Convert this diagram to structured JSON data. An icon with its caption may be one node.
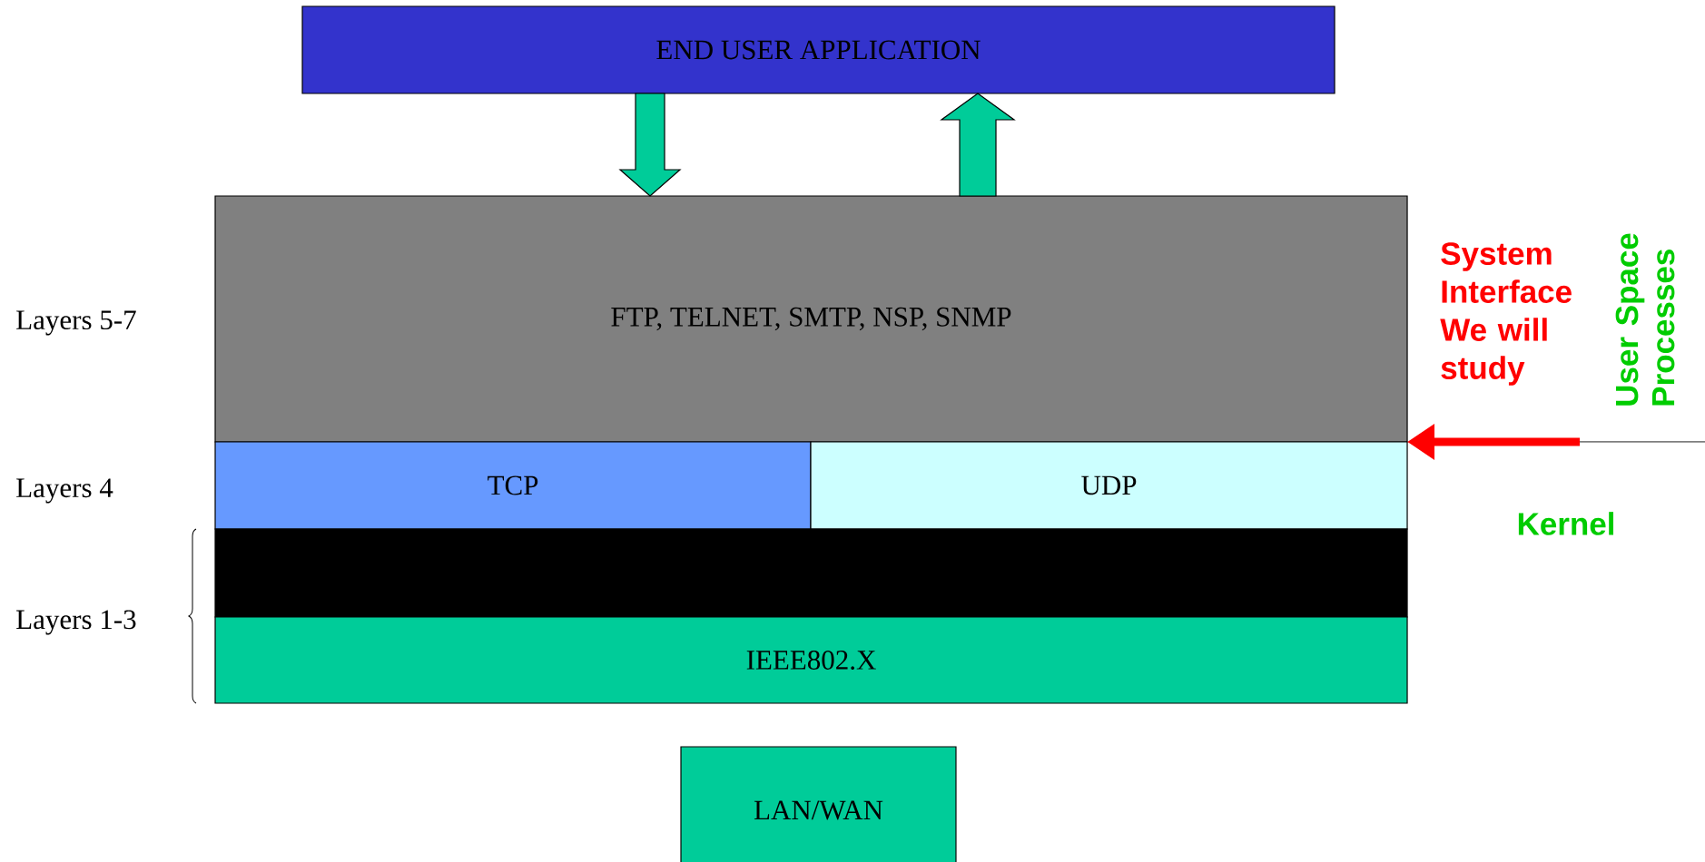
{
  "diagram": {
    "nodes": [
      {
        "text": [
          "END USER APPLICATION"
        ]
      },
      {
        "text": [
          "FTP, TELNET, SMTP, NSP, SNMP"
        ]
      },
      {
        "text": [
          "TCP"
        ]
      },
      {
        "text": [
          "UDP"
        ]
      },
      {
        "text": [],
        "shape": "box"
      },
      {
        "text": [
          "IEEE802.X"
        ]
      },
      {
        "text": [
          "LAN/WAN"
        ]
      }
    ],
    "edges": [
      {
        "from": 0,
        "to": 1,
        "arrow": "to"
      },
      {
        "from": 1,
        "to": 0,
        "arrow": "to"
      },
      {
        "from": null,
        "to": 3,
        "arrow": "to",
        "color": "#ff0000"
      }
    ],
    "labels": [
      "System Interface We will study",
      "User Space Processes",
      "Layers 5-7",
      "Layers 4",
      "Kernel",
      "Layers 1-3"
    ]
  }
}
